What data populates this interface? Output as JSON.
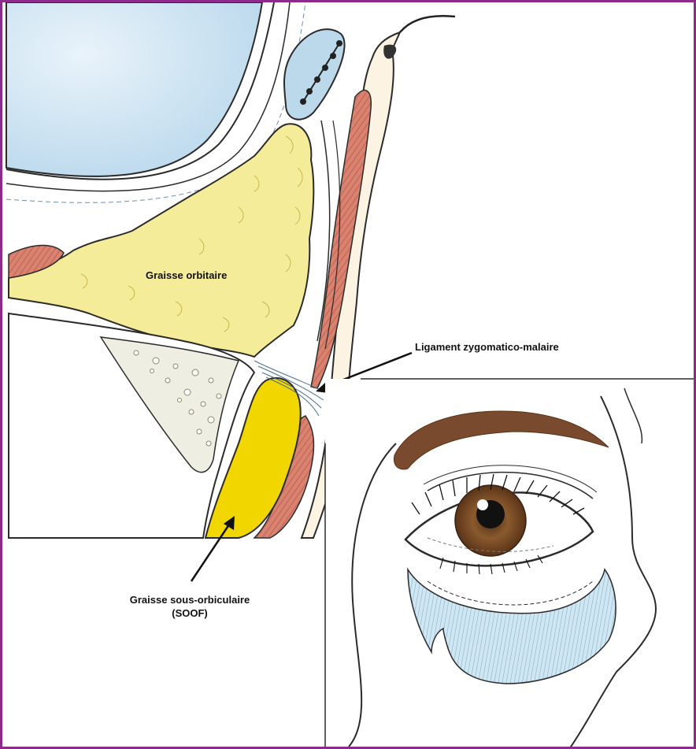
{
  "labels": {
    "orbital_fat": "Graisse orbitaire",
    "ligament": "Ligament zygomatico-malaire",
    "soof_line1": "Graisse sous-orbiculaire",
    "soof_line2": "(SOOF)"
  },
  "colors": {
    "frame": "#8e2a8b",
    "orbital_fat": "#f5ec9a",
    "soof_fat": "#f2d600",
    "muscle": "#d9826f",
    "globe": "#cfe6f3",
    "skin": "#fdf3e2",
    "brow": "#7a4a2e",
    "iris": "#8a5a2e",
    "malar_fat": "#c9e1ef"
  }
}
